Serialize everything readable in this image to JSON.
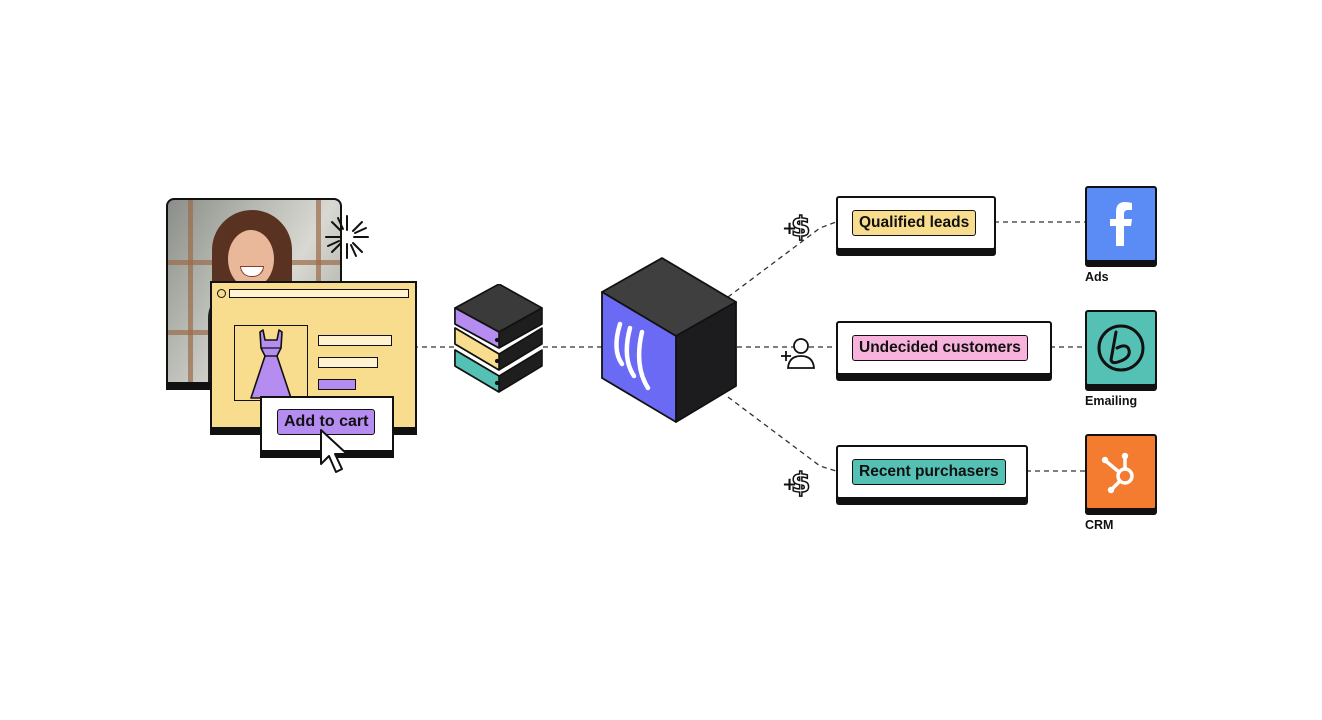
{
  "cart_button": {
    "label": "Add to cart"
  },
  "segments": [
    {
      "label": "Qualified leads",
      "chip_color": "#f8dd8f"
    },
    {
      "label": "Undecided customers",
      "chip_color": "#f7b3dc"
    },
    {
      "label": "Recent purchasers",
      "chip_color": "#55c1b4"
    }
  ],
  "destinations": [
    {
      "label": "Ads",
      "icon": "facebook-icon",
      "color": "#5b8cf5"
    },
    {
      "label": "Emailing",
      "icon": "braze-icon",
      "color": "#55c1b4"
    },
    {
      "label": "CRM",
      "icon": "hubspot-icon",
      "color": "#f47c30"
    }
  ],
  "colors": {
    "ink": "#111111",
    "hub_front": "#6a6af4",
    "stack_purple": "#b58cf0",
    "stack_yellow": "#f8dd8f",
    "stack_teal": "#55c1b4"
  }
}
